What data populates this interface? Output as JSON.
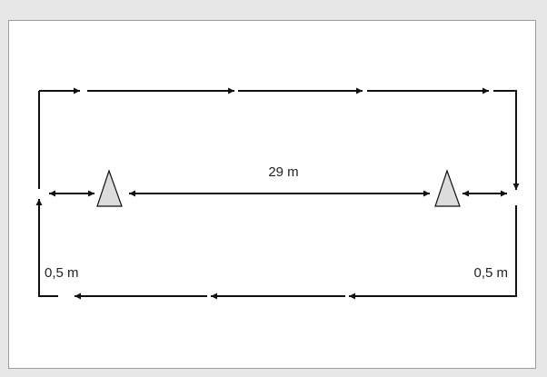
{
  "diagram": {
    "distance_label": "29 m",
    "offset_left_label": "0,5 m",
    "offset_right_label": "0,5 m",
    "colors": {
      "line": "#111111",
      "cone_fill": "#dcdcdc",
      "background": "#e7e7e7",
      "panel": "#ffffff"
    }
  }
}
